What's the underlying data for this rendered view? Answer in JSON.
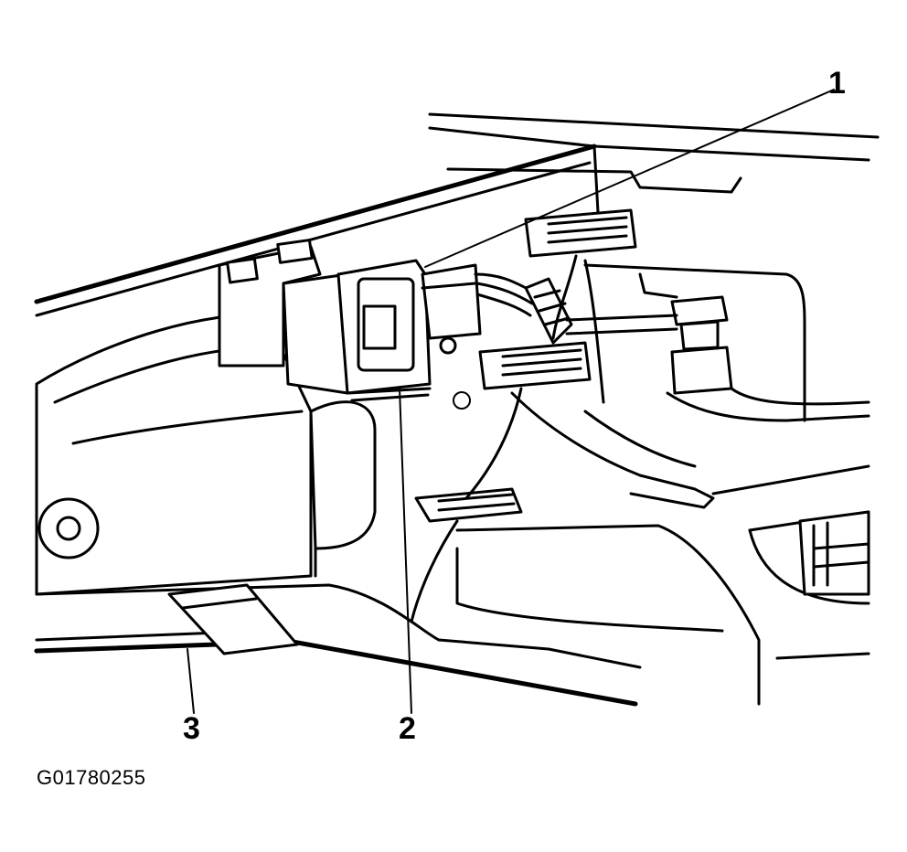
{
  "figure_id": "G01780255",
  "callouts": {
    "c1": "1",
    "c2": "2",
    "c3": "3"
  }
}
